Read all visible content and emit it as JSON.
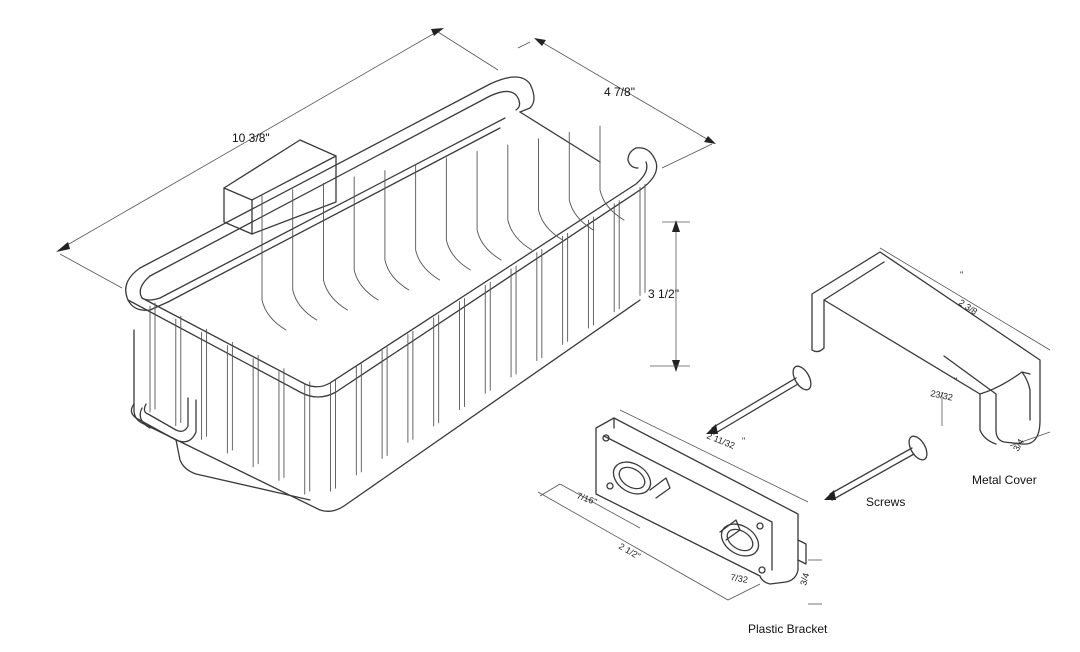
{
  "dimensions": {
    "length": "10 3/8\"",
    "depth": "4 7/8\"",
    "height": "3 1/2\"",
    "cover_length": "2 3/8",
    "cover_mark": "\"",
    "cover_height": "23/32",
    "cover_height_mark": "\"",
    "cover_depth": "3/4",
    "bracket_length": "2 11/32",
    "bracket_mark": "\"",
    "bracket_offset": "7/16\"",
    "bracket_total": "2 1/2\"",
    "bracket_lip": "7/32",
    "bracket_height": "3/4"
  },
  "parts": {
    "metal_cover": "Metal Cover",
    "screws": "Screws",
    "plastic_bracket": "Plastic Bracket"
  }
}
